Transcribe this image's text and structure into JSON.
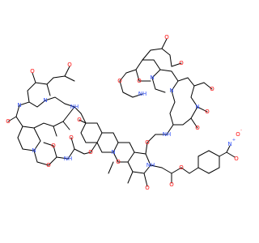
{
  "figure": {
    "background": "#ffffff",
    "bond_color": "#000000",
    "element_colors": {
      "O": "#ff0d0d",
      "N": "#3050f8"
    }
  },
  "labels": {
    "nitro_N": "N",
    "nitro_plus": "+",
    "nitro_O1": "O",
    "nitro_O2": "O",
    "nitro_minus": "-",
    "carbamate_O1": "O",
    "carbamate_O2": "O",
    "carbamate_NH": "NH",
    "carbamate_NH_top": "NH",
    "amide_O_center": "O",
    "amide_O_left": "O",
    "phenoxazine_N": "N",
    "phenoxazine_O": "O",
    "quinone_O": "O",
    "lactone_O_left": "O",
    "lactone_O2_left": "O",
    "ester_O_left": "O",
    "lact_O_right": "O",
    "lact_O2_right": "O",
    "ring_N_left1": "N",
    "ring_N_left2": "N",
    "ring_N_left3": "N",
    "ring_N_right1": "N",
    "ring_N_right2": "N",
    "ring_N_right3": "N",
    "NH_left1": "NH",
    "NH_left2": "NH",
    "NH_right1": "NH",
    "O_left_a": "O",
    "O_left_b": "O",
    "O_left_c": "O",
    "O_left_d": "O",
    "O_right_a": "O",
    "O_right_b": "O",
    "O_right_c": "O",
    "O_right_d": "O",
    "O_right_e": "O"
  }
}
